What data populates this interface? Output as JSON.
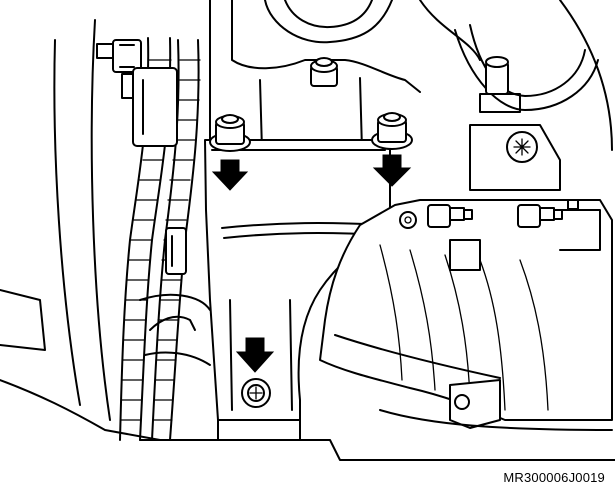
{
  "figure": {
    "code": "MR300006J0019"
  },
  "callouts": [
    {
      "name": "arrow-upper-left-bolt",
      "direction": "down"
    },
    {
      "name": "arrow-upper-right-bolt",
      "direction": "down"
    },
    {
      "name": "arrow-lower-bolt",
      "direction": "down"
    }
  ],
  "colors": {
    "line": "#000000",
    "background": "#ffffff"
  }
}
